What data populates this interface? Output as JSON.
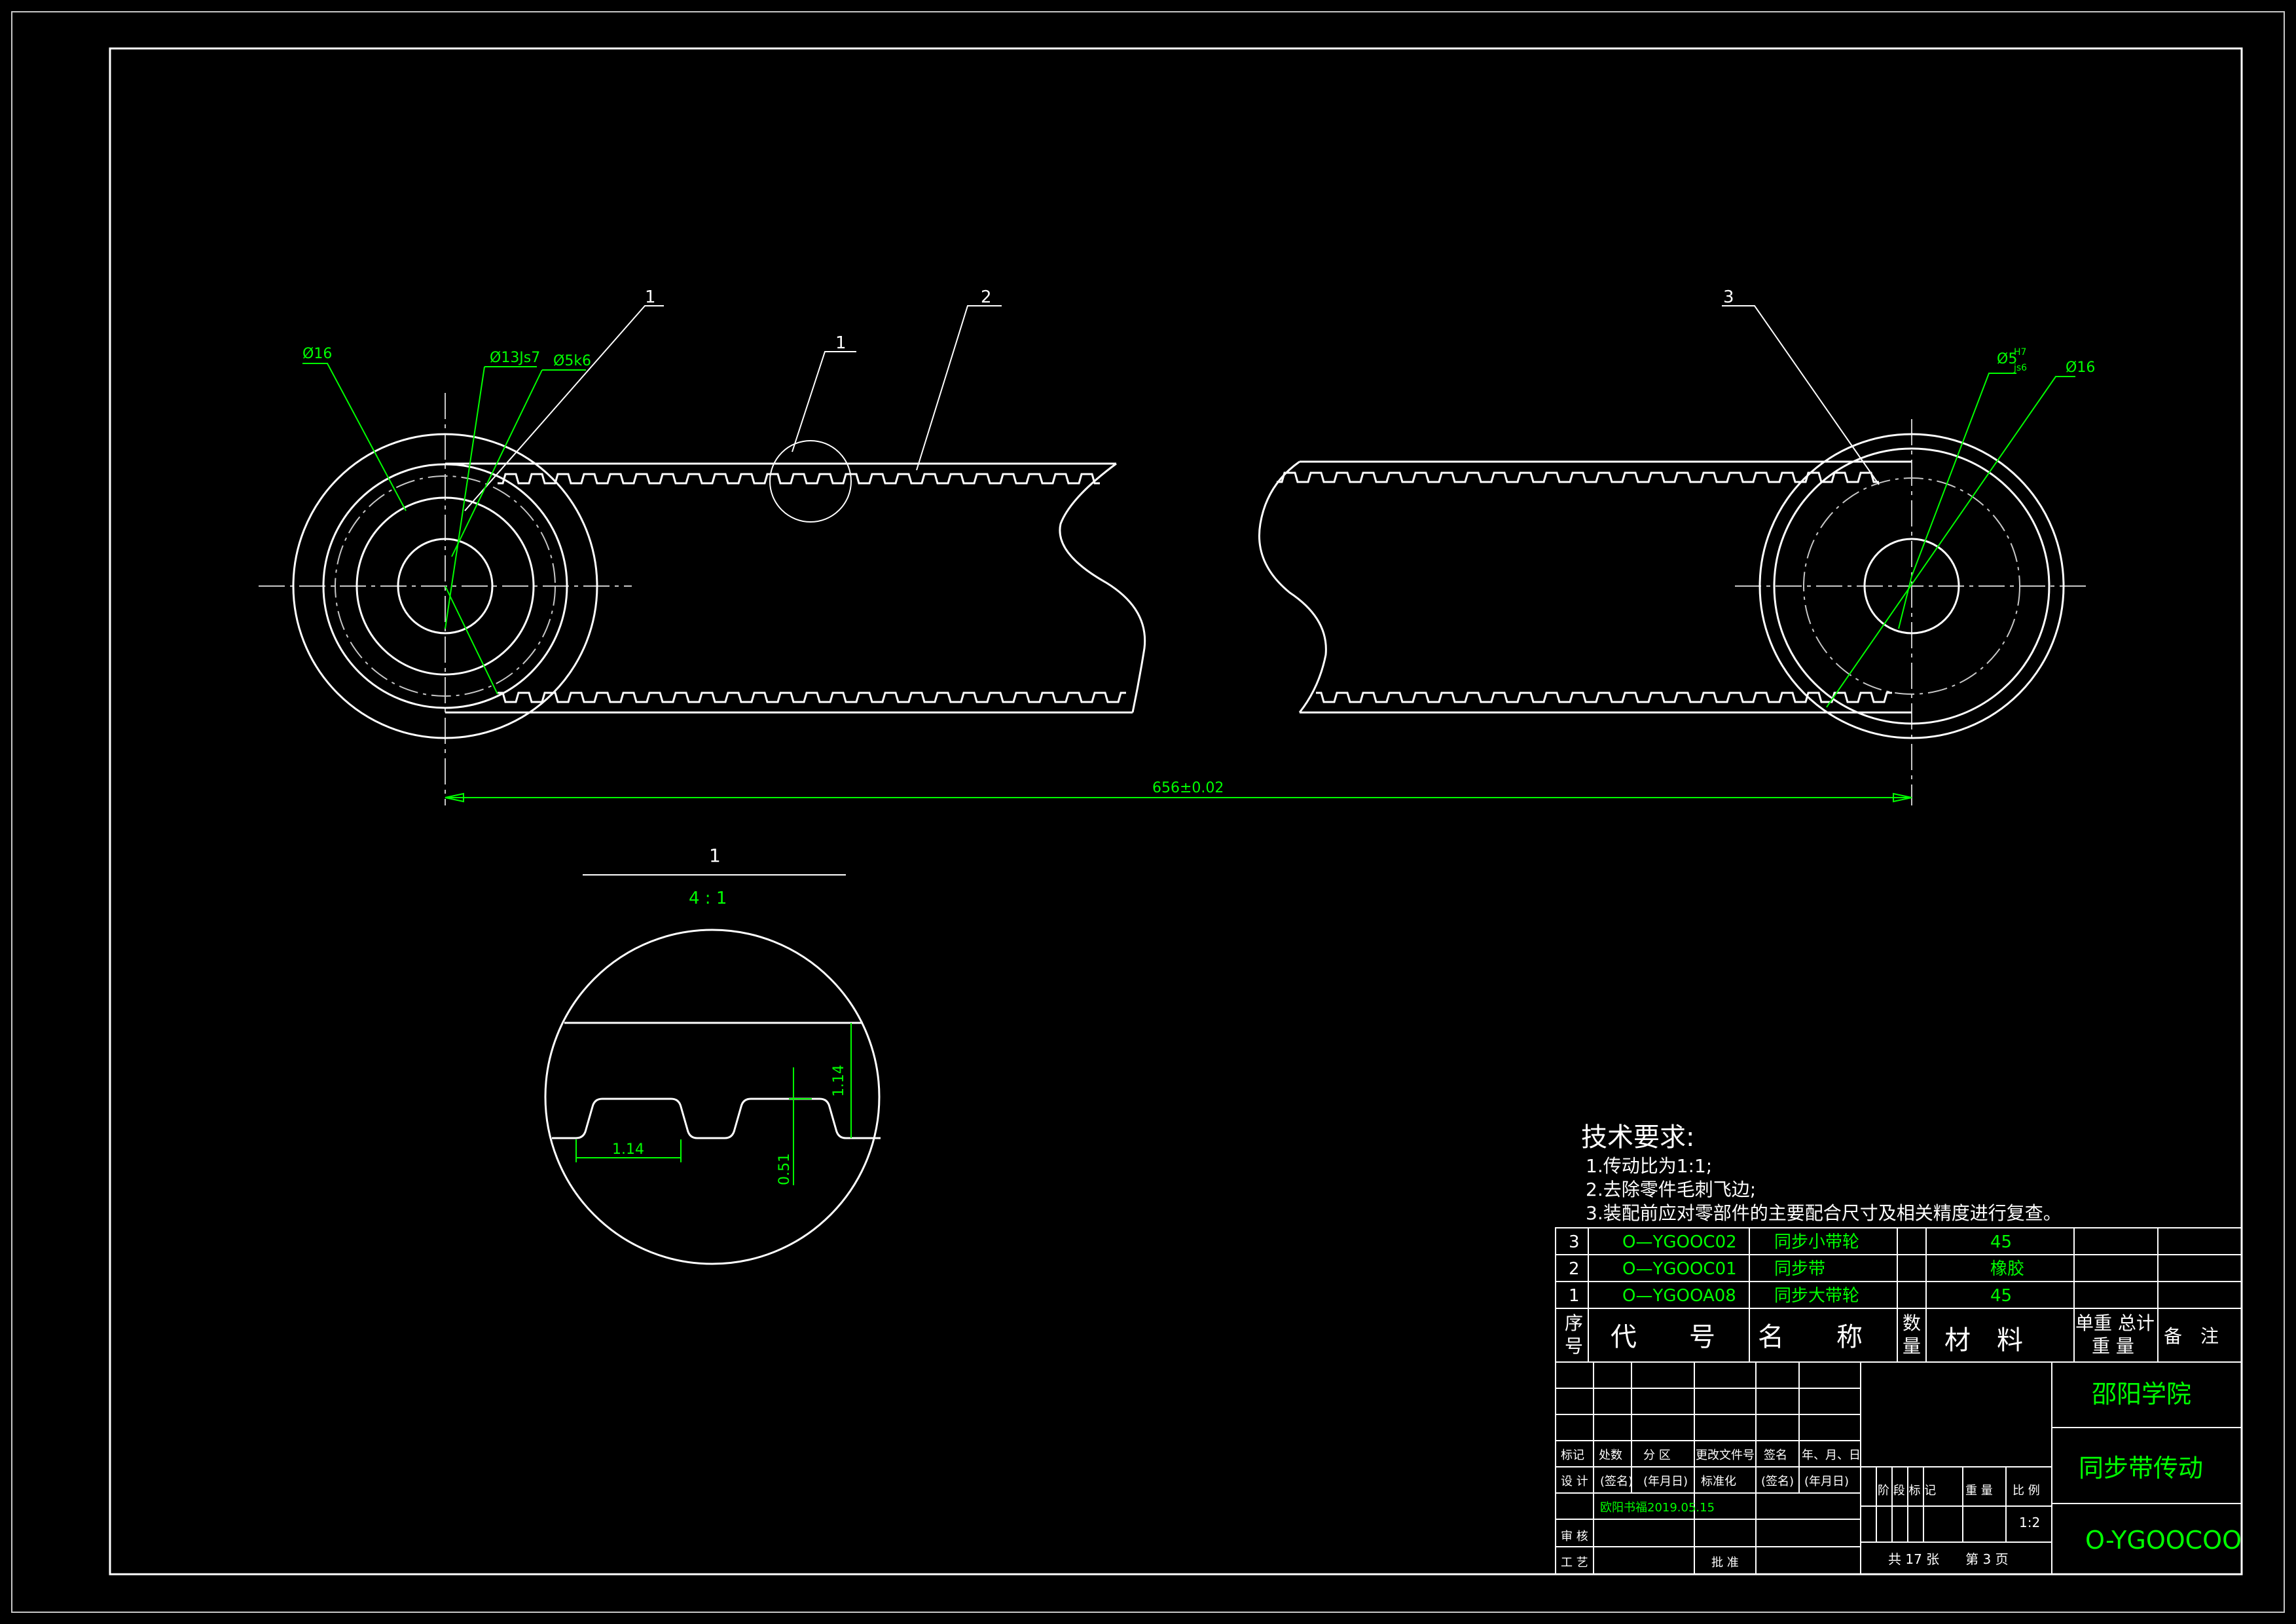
{
  "balloons": {
    "b1": "1",
    "b2": "2",
    "b3": "3",
    "detail_ref": "1"
  },
  "dims": {
    "left_d16": "Ø16",
    "left_d13": "Ø13Js7",
    "left_d5": "Ø5k6",
    "right_d5_base": "Ø5",
    "right_d5_upper": "H7",
    "right_d5_lower": "js6",
    "right_d16": "Ø16",
    "center_distance": "656±0.02"
  },
  "detail": {
    "title": "1",
    "scale": "4 : 1",
    "pitch": "1.14",
    "thickness": "1.14",
    "tooth_depth": "0.51"
  },
  "tech": {
    "title": "技术要求:",
    "items": [
      "1.传动比为1:1;",
      "2.去除零件毛刺飞边;",
      "3.装配前应对零部件的主要配合尺寸及相关精度进行复查。"
    ]
  },
  "bom": {
    "rows": [
      {
        "no": "3",
        "code": "O—YGOOC02",
        "name": "同步小带轮",
        "material": "45"
      },
      {
        "no": "2",
        "code": "O—YGOOC01",
        "name": "同步带",
        "material": "橡胶"
      },
      {
        "no": "1",
        "code": "O—YGOOA08",
        "name": "同步大带轮",
        "material": "45"
      }
    ],
    "headers": {
      "no_a": "序",
      "no_b": "号",
      "code": "代　　号",
      "name": "名　　称",
      "qty_a": "数",
      "qty_b": "量",
      "material": "材　料",
      "weight_a": "单重 总计",
      "weight_b": "重 量",
      "remark": "备　注"
    }
  },
  "title_block": {
    "school": "邵阳学院",
    "drawing_name": "同步带传动",
    "drawing_no": "O-YGOOCOO",
    "mark": "标记",
    "count": "处数",
    "zone": "分 区",
    "change_doc": "更改文件号",
    "sign": "签名",
    "date": "年、月、日",
    "design": "设 计",
    "sign_paren": "(签名)",
    "date_paren": "(年月日)",
    "standard": "标准化",
    "sign_paren2": "(签名)",
    "date_paren2": "(年月日)",
    "designer": "欧阳书福",
    "design_date": "2019.05.15",
    "review": "审 核",
    "process": "工 艺",
    "approve": "批 准",
    "stage": "阶 段 标 记",
    "weight": "重 量",
    "scale_label": "比 例",
    "scale": "1:2",
    "sheets": "共 17 张　　第 3 页"
  }
}
